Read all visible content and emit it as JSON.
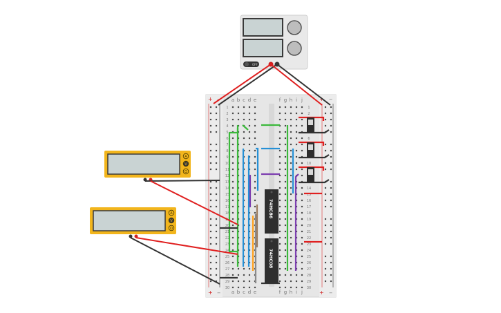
{
  "breadboard": {
    "columns_left": [
      "a",
      "b",
      "c",
      "d",
      "e"
    ],
    "columns_right": [
      "f",
      "g",
      "h",
      "i",
      "j"
    ],
    "row_count": 30,
    "rail_plus": "+",
    "rail_minus": "−"
  },
  "chips": [
    {
      "label": "74HC86"
    },
    {
      "label": "74HC08"
    }
  ],
  "power_supply": {
    "switch_label": "OFF"
  },
  "multimeters": [
    {
      "modes": [
        "A",
        "V",
        "Ω"
      ]
    },
    {
      "modes": [
        "A",
        "V",
        "Ω"
      ]
    }
  ],
  "colors": {
    "wire_red": "#e02020",
    "wire_black": "#333333",
    "wire_green": "#3bb93b",
    "wire_blue": "#2590d6",
    "wire_purple": "#7d3fb0",
    "wire_orange": "#ff9f1a",
    "wire_gray": "#8a8a8a",
    "wire_brown": "#9b7b5e",
    "multimeter_body": "#f2b51c",
    "chip_body": "#2f2f2f"
  }
}
